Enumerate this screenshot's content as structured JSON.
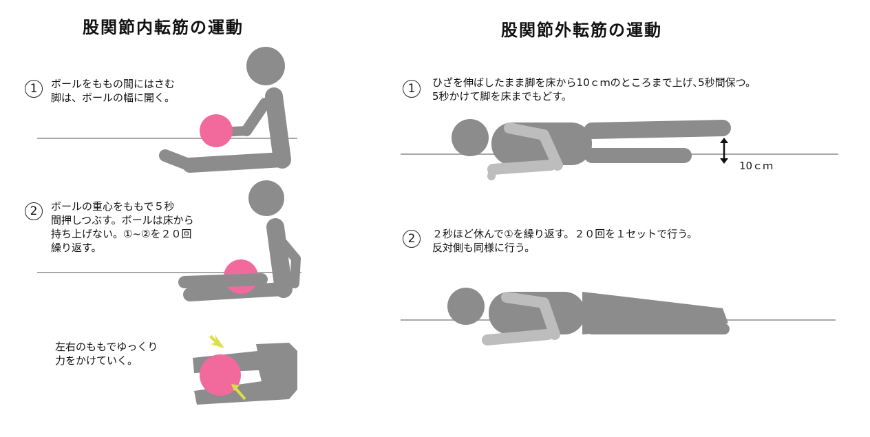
{
  "colors": {
    "figure_dark": "#8c8c8c",
    "figure_light": "#bdbdbd",
    "ball": "#f26a9c",
    "arrow": "#dede4a",
    "floor": "#a8a8a8"
  },
  "left": {
    "title": "股関節内転筋の運動",
    "step1": {
      "number": "1",
      "lines": [
        "ボールをももの間にはさむ",
        "脚は、ボールの幅に開く。"
      ]
    },
    "step2": {
      "number": "2",
      "lines": [
        "ボールの重心をももで５秒",
        "間押しつぶす。ボールは床から",
        "持ち上げない。①~②を２０回",
        "繰り返す。"
      ]
    },
    "note": {
      "lines": [
        "左右のももでゆっくり",
        "力をかけていく。"
      ]
    }
  },
  "right": {
    "title": "股関節外転筋の運動",
    "step1": {
      "number": "1",
      "lines": [
        "ひざを伸ばしたまま脚を床から10ｃｍのところまで上げ､5秒間保つ。",
        "5秒かけて脚を床までもどす。"
      ],
      "height_label": "10ｃｍ"
    },
    "step2": {
      "number": "2",
      "lines": [
        "２秒ほど休んで①を繰り返す。２０回を１セットで行う。",
        "反対側も同様に行う。"
      ]
    }
  }
}
